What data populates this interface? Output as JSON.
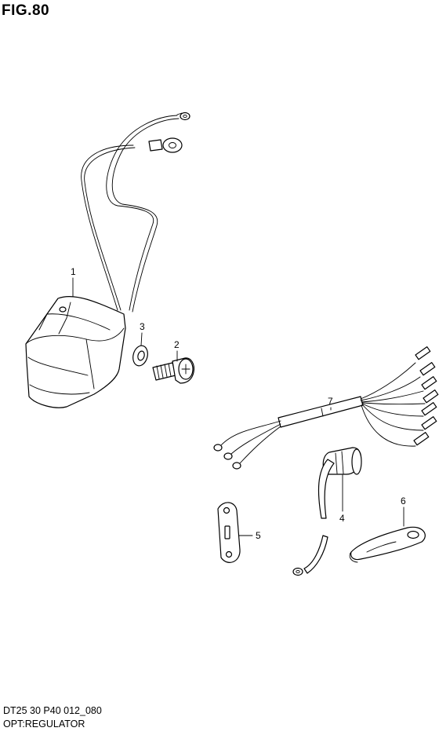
{
  "figure": {
    "title": "FIG.80"
  },
  "footer": {
    "model_code": "DT25 30 P40 012_080",
    "section_name": "OPT:REGULATOR"
  },
  "callouts": [
    {
      "id": "regulator",
      "number": "1"
    },
    {
      "id": "bolt",
      "number": "2"
    },
    {
      "id": "washer",
      "number": "3"
    },
    {
      "id": "connector",
      "number": "4"
    },
    {
      "id": "plate",
      "number": "5"
    },
    {
      "id": "clamp",
      "number": "6"
    },
    {
      "id": "wire-harness",
      "number": "7"
    }
  ]
}
